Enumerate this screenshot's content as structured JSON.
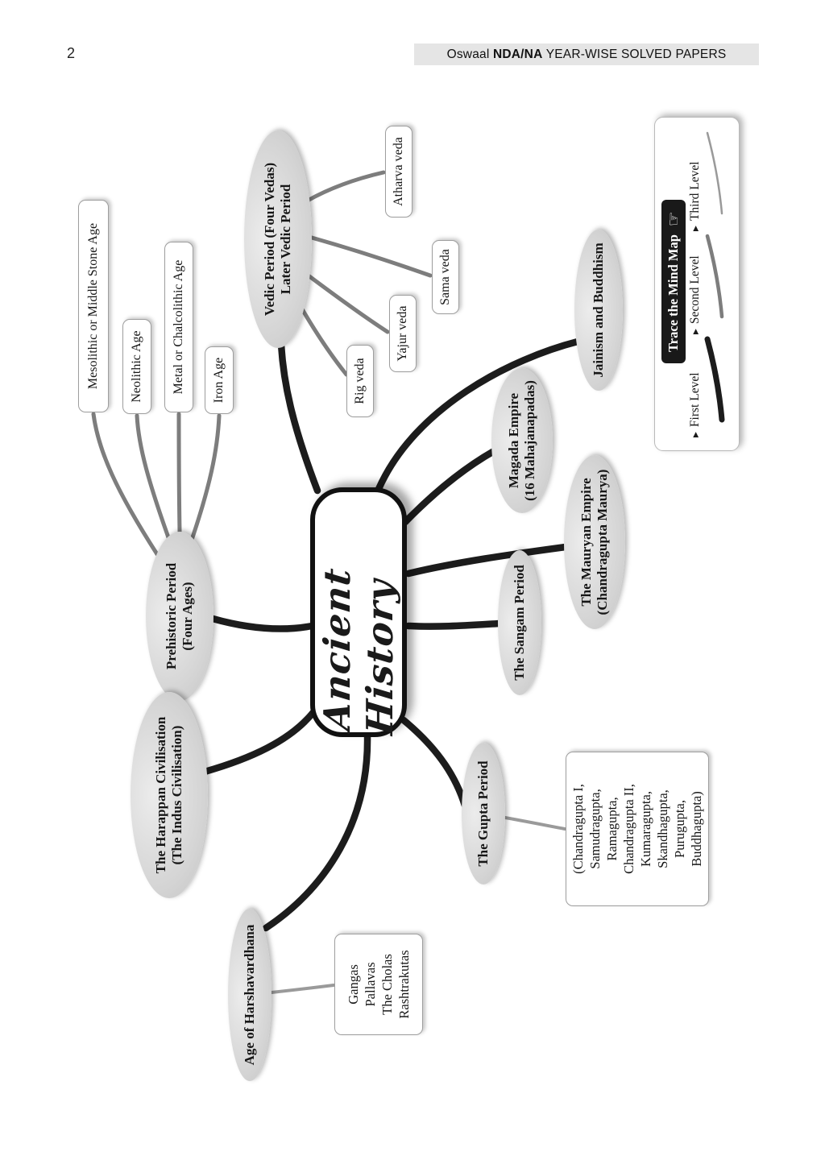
{
  "page": {
    "number": "2",
    "header": {
      "pre": "Oswaal ",
      "brand": "NDA/NA",
      "rest": " YEAR-WISE SOLVED PAPERS"
    }
  },
  "legend": {
    "title": "Trace the Mind Map",
    "hand_icon": "☞",
    "bullet": "▶",
    "levels": [
      "First Level",
      "Second Level",
      "Third Level"
    ]
  },
  "mindmap": {
    "center": "Ancient History",
    "branches": {
      "prehistoric": {
        "line1": "Prehistoric Period",
        "line2": "(Four Ages)"
      },
      "harappan": {
        "line1": "The Harappan Civilisation",
        "line2": "(The Indus Civilisation)"
      },
      "harsha": {
        "line1": "Age of Harshavardhana"
      },
      "gupta": {
        "line1": "The Gupta Period"
      },
      "sangam": {
        "line1": "The Sangam Period"
      },
      "mauryan": {
        "line1": "The Mauryan Empire",
        "line2": "(Chandragupta Maurya)"
      },
      "magada": {
        "line1": "Magada Empire",
        "line2": "(16 Mahajanapadas)"
      },
      "jainism": {
        "line1": "Jainism and Buddhism"
      },
      "vedic": {
        "line1": "Vedic Period (Four Vedas)",
        "line2": "Later Vedic Period"
      }
    },
    "leaves": {
      "stone_ages": [
        "Mesolithic or Middle Stone Age",
        "Neolithic Age",
        "Metal or Chalcolithic Age",
        "Iron Age"
      ],
      "vedas": [
        "Atharva veda",
        "Sama veda",
        "Yajur veda",
        "Rig veda"
      ],
      "gupta_rulers": [
        "(Chandragupta I,",
        "Samudragupta,",
        "Ramagupta,",
        "Chandragupta II,",
        "Kumaragupta,",
        "Skandhagupta,",
        "Purugupta,",
        "Buddhagupta)"
      ],
      "harsha_dynasties": [
        "Gangas",
        "Pallavas",
        "The Cholas",
        "Rashtrakutas"
      ]
    }
  },
  "colors": {
    "branch_level1": "#1c1c1c",
    "branch_level2": "#7d7d7d",
    "branch_level3": "#9a9a9a",
    "ellipse_fill": "#d4d4d4",
    "header_bar_bg": "#e5e5e5",
    "legend_title_bg": "#191919"
  }
}
